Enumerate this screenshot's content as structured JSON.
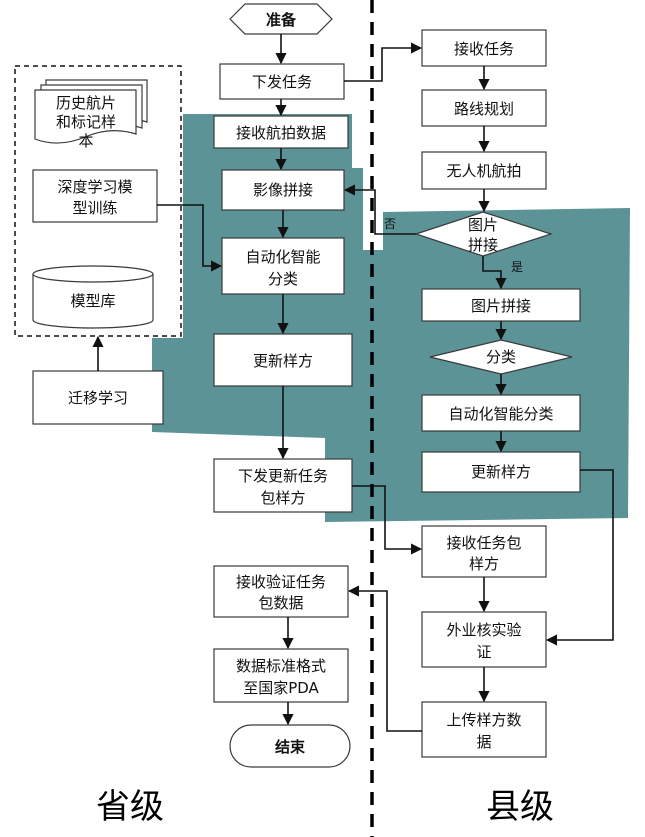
{
  "colors": {
    "panel_fill": "#5b9397",
    "box_stroke": "#3a3a3a",
    "line": "#111111"
  },
  "nodes": {
    "zhunbei": "准备",
    "xiafa": "下发任务",
    "jieshou_hangpai": "接收航拍数据",
    "yingxiang": "影像拼接",
    "zidong_prov": [
      "自动化智能",
      "分类"
    ],
    "gengxin_prov": "更新样方",
    "xiafa_gengxin": [
      "下发更新任务",
      "包样方"
    ],
    "jieshou_yanzheng": [
      "接收验证任务",
      "包数据"
    ],
    "shuju_biaozhun": [
      "数据标准格式",
      "至国家PDA"
    ],
    "jieshu": "结束",
    "lishi": [
      "历史航片",
      "和标记样",
      "本"
    ],
    "shendu": [
      "深度学习模",
      "型训练"
    ],
    "moxingku": "模型库",
    "qianyi": "迁移学习",
    "jieshou_renwu": "接收任务",
    "luxian": "路线规划",
    "wurenji": "无人机航拍",
    "tupian_decision": [
      "图片",
      "拼接"
    ],
    "tupian_pinjie": "图片拼接",
    "fenlei": "分类",
    "zidong_county": "自动化智能分类",
    "gengxin_county": "更新样方",
    "jieshou_renwubao": [
      "接收任务包",
      "样方"
    ],
    "waiye": [
      "外业核实验",
      "证"
    ],
    "shangchuan": [
      "上传样方数",
      "据"
    ]
  },
  "edge_labels": {
    "no": "否",
    "yes": "是"
  },
  "regions": {
    "province": "省级",
    "county": "县级"
  }
}
